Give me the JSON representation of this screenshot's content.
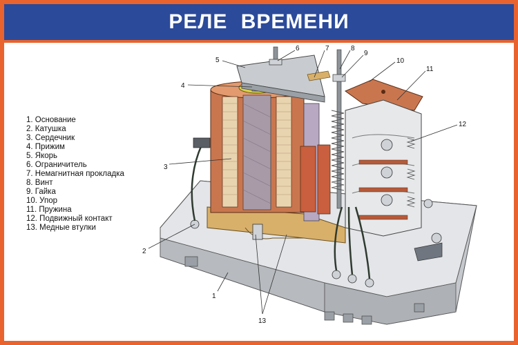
{
  "header": {
    "title": "РЕЛЕ  ВРЕМЕНИ"
  },
  "legend": {
    "items": [
      "1. Основание",
      "2. Катушка",
      "3. Сердечник",
      "4. Прижим",
      "5. Якорь",
      "6. Ограничитель",
      "7. Немагнитная прокладка",
      "8. Винт",
      "9. Гайка",
      "10. Упор",
      "11. Пружина",
      "12. Подвижный контакт",
      "13. Медные втулки"
    ]
  },
  "callouts": {
    "c1": "1",
    "c2": "2",
    "c3": "3",
    "c4": "4",
    "c5": "5",
    "c6": "6",
    "c7": "7",
    "c8": "8",
    "c9": "9",
    "c10": "10",
    "c11": "11",
    "c12": "12",
    "c13": "13"
  },
  "colors": {
    "frame": "#e8632e",
    "header_bg": "#2b4a9a",
    "base": "#d7d9dc",
    "coil": "#c9764f",
    "brass": "#d8b06a"
  }
}
